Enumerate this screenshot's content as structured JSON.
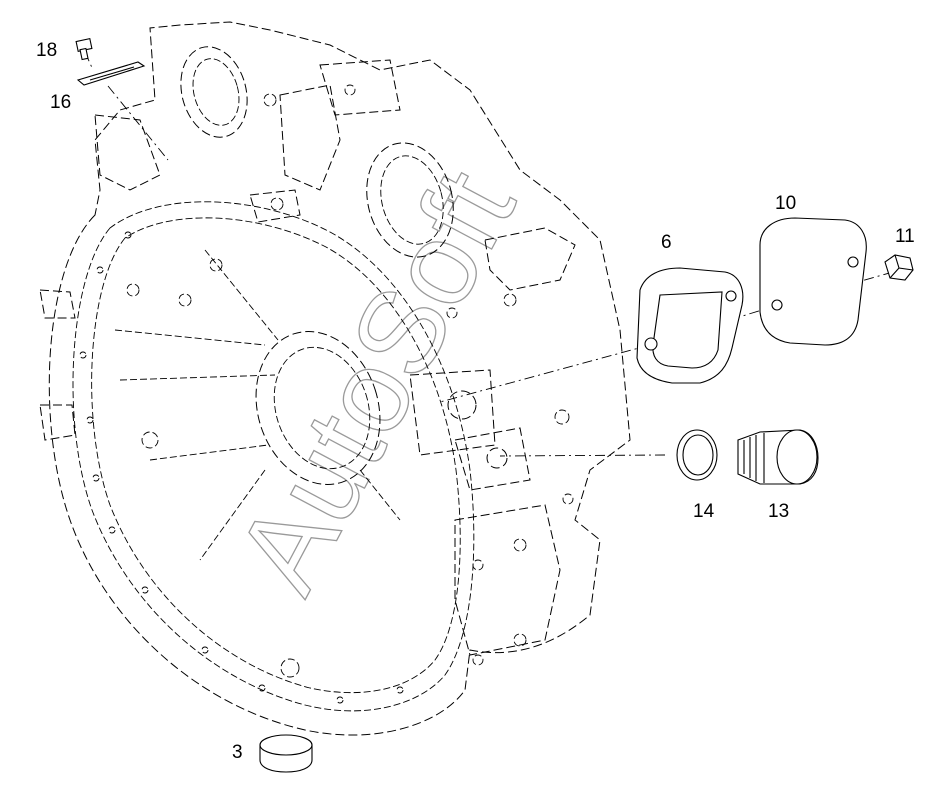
{
  "watermark": "AutoSoft",
  "parts": {
    "p3": "3",
    "p6": "6",
    "p10": "10",
    "p11": "11",
    "p13": "13",
    "p14": "14",
    "p16": "16",
    "p18": "18"
  },
  "colors": {
    "line": "#000000",
    "watermark": "#9a9a9a",
    "background": "#ffffff"
  }
}
